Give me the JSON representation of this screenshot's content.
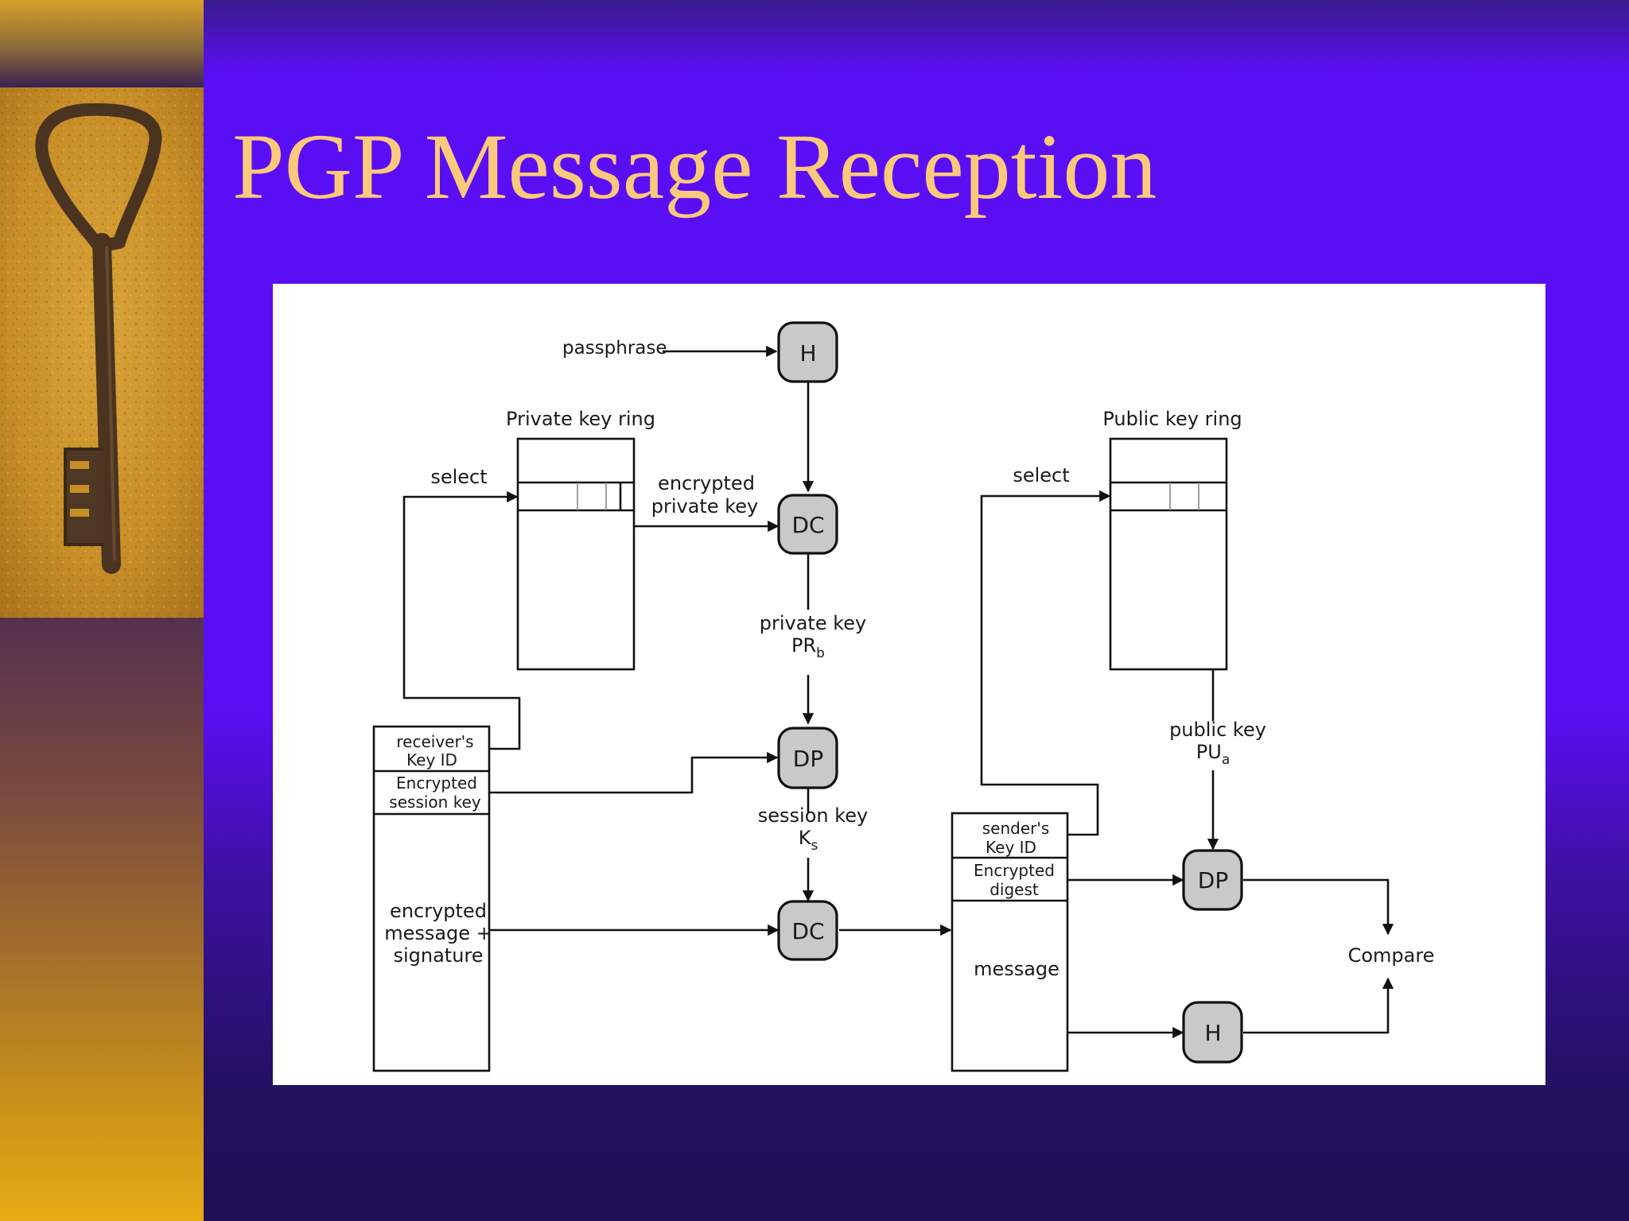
{
  "slide": {
    "title": "PGP Message Reception"
  },
  "diagram": {
    "nodes": {
      "h_top": "H",
      "dc_top": "DC",
      "dp_left": "DP",
      "dc_bottom": "DC",
      "dp_right": "DP",
      "h_bottom": "H"
    },
    "labels": {
      "passphrase": "passphrase",
      "private_key_ring": "Private key ring",
      "public_key_ring": "Public key ring",
      "select_left": "select",
      "select_right": "select",
      "encrypted_private_key_1": "encrypted",
      "encrypted_private_key_2": "private key",
      "private_key_1": "private key",
      "private_key_main": "PR",
      "private_key_sub": "b",
      "session_key_1": "session key",
      "session_key_main": "K",
      "session_key_sub": "s",
      "public_key_1": "public key",
      "public_key_main": "PU",
      "public_key_sub": "a",
      "compare": "Compare"
    },
    "left_message": {
      "receivers_key_id_1": "receiver's",
      "receivers_key_id_2": "Key ID",
      "encrypted_session_key_1": "Encrypted",
      "encrypted_session_key_2": "session key",
      "body_1": "encrypted",
      "body_2": "message +",
      "body_3": "signature"
    },
    "right_message": {
      "senders_key_id_1": "sender's",
      "senders_key_id_2": "Key ID",
      "encrypted_digest_1": "Encrypted",
      "encrypted_digest_2": "digest",
      "body": "message"
    }
  },
  "colors": {
    "title": "#fcc97a",
    "slide_background": "#5a0ef4",
    "node_fill": "#c9c9c9",
    "panel": "#ffffff"
  }
}
